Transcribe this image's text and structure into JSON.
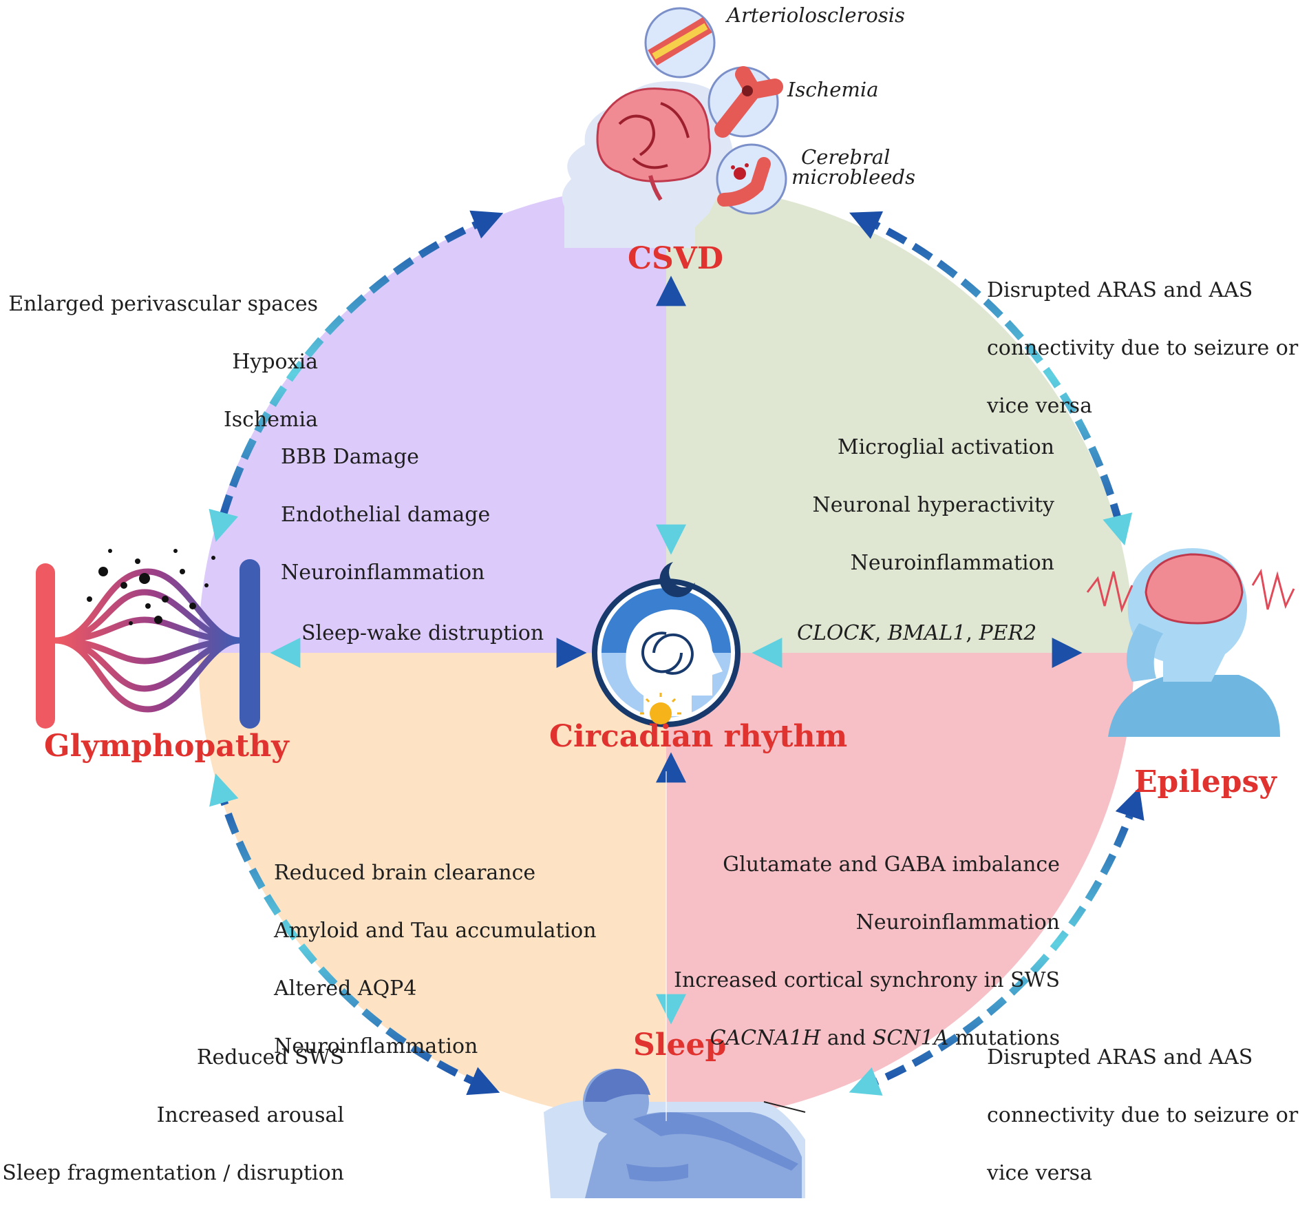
{
  "nodes": {
    "csvd": "CSVD",
    "epilepsy": "Epilepsy",
    "glymphopathy": "Glymphopathy",
    "sleep": "Sleep",
    "circadian": "Circadian rhythm"
  },
  "csvd_callouts": {
    "arteriolosclerosis": "Arteriolosclerosis",
    "ischemia": "Ischemia",
    "microbleeds_1": "Cerebral",
    "microbleeds_2": "microbleeds"
  },
  "outer_labels": {
    "top_left": [
      "Enlarged perivascular spaces",
      "Hypoxia",
      "Ischemia"
    ],
    "top_right": [
      "Disrupted ARAS and AAS",
      "connectivity due to seizure or",
      "vice versa"
    ],
    "bottom_left": [
      "Reduced SWS",
      "Increased arousal",
      "Sleep fragmentation / disruption"
    ],
    "bottom_right": [
      "Disrupted ARAS and AAS",
      "connectivity due to seizure or",
      "vice versa"
    ]
  },
  "quadrants": {
    "purple": [
      "BBB Damage",
      "Endothelial damage",
      "Neuroinflammation"
    ],
    "green": [
      "Microglial activation",
      "Neuronal hyperactivity",
      "Neuroinflammation"
    ],
    "orange": [
      "Reduced brain clearance",
      "Amyloid and Tau accumulation",
      "Altered AQP4",
      "Neuroinflammation"
    ],
    "red": {
      "line1": "Glutamate and GABA imbalance",
      "line2": "Neuroinflammation",
      "line3": "Increased cortical synchrony in SWS",
      "gene1": "CACNA1H",
      "and": " and ",
      "gene2": "SCN1A",
      "tail": " mutations"
    }
  },
  "axis_labels": {
    "left": "Sleep-wake distruption",
    "right_gene1": "CLOCK",
    "right_gene2": "BMAL1",
    "right_gene3": "PER2",
    "sep": ", "
  },
  "colors": {
    "purple": "#dccafb",
    "green": "#dfe7d2",
    "orange": "#fde3c4",
    "red": "#f6c0c6",
    "node_red": "#e0322f",
    "arrow_dark": "#1b4fa8",
    "arrow_light": "#5fd0e0"
  }
}
